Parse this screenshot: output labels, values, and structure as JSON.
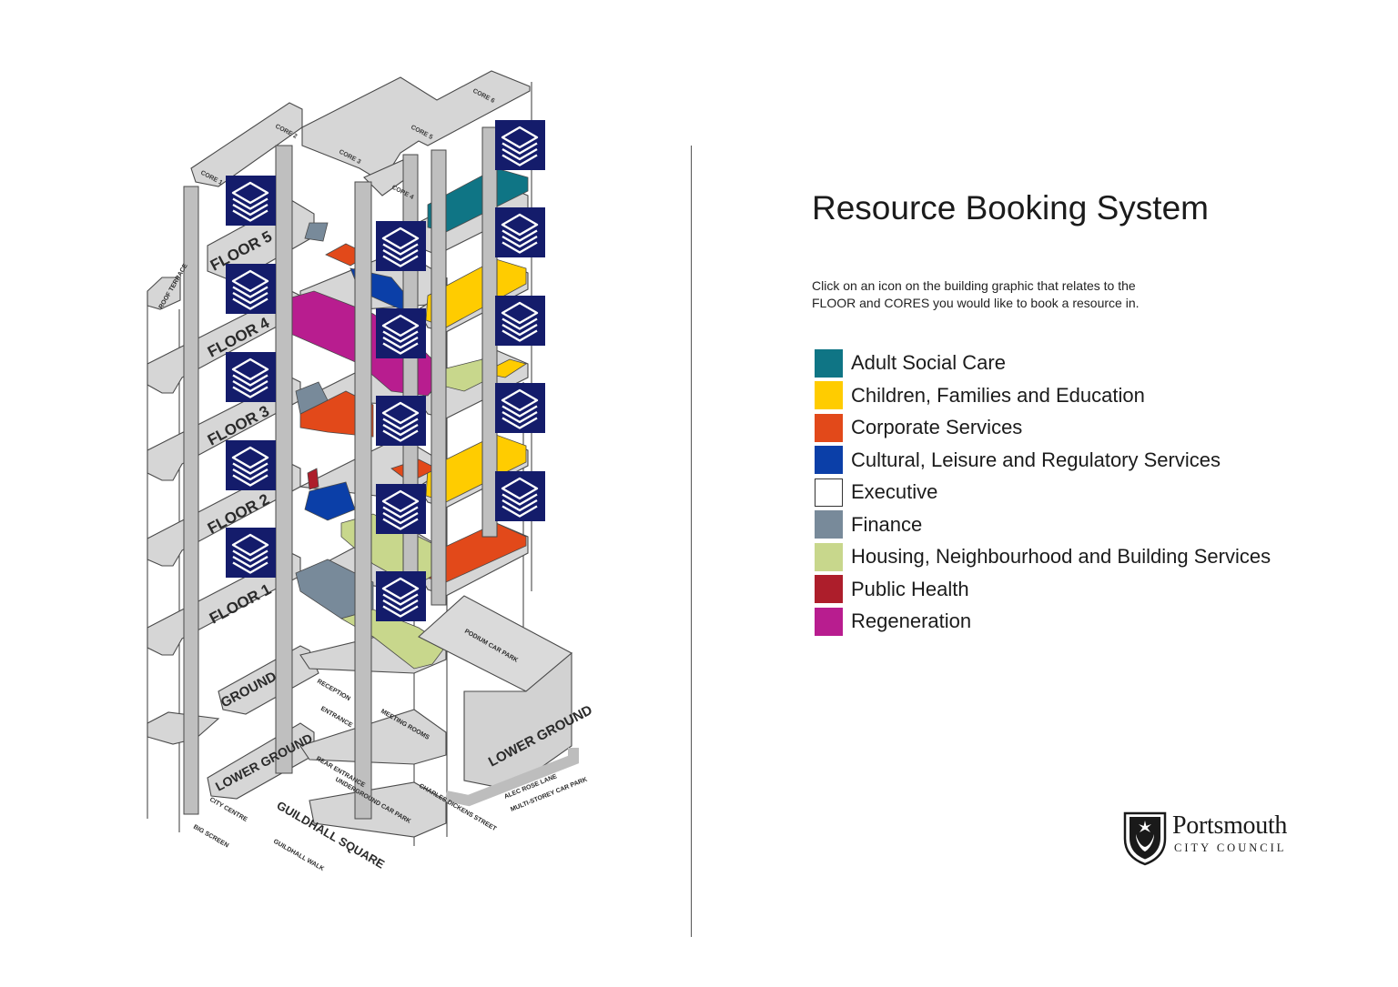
{
  "page": {
    "title": "Resource Booking System",
    "instructions_line1": "Click on an icon on the building graphic that relates to the",
    "instructions_line2": "FLOOR and CORES you would like to book a resource in."
  },
  "legend": [
    {
      "label": "Adult Social Care",
      "color": "#0f7585"
    },
    {
      "label": "Children, Families and Education",
      "color": "#ffcc00"
    },
    {
      "label": "Corporate Services",
      "color": "#e2491a"
    },
    {
      "label": "Cultural, Leisure and Regulatory Services",
      "color": "#0b3fa8"
    },
    {
      "label": "Executive",
      "color": "#ffffff"
    },
    {
      "label": "Finance",
      "color": "#788a9a"
    },
    {
      "label": "Housing, Neighbourhood and Building Services",
      "color": "#c8d78c"
    },
    {
      "label": "Public Health",
      "color": "#ad1e2b"
    },
    {
      "label": "Regeneration",
      "color": "#b81d8f"
    }
  ],
  "building": {
    "floors": [
      "FLOOR 5",
      "FLOOR 4",
      "FLOOR 3",
      "FLOOR 2",
      "FLOOR 1"
    ],
    "ground": "GROUND",
    "lower_ground_left": "LOWER GROUND",
    "lower_ground_right": "LOWER GROUND",
    "cores": [
      "CORE 1",
      "CORE 2",
      "CORE 3",
      "CORE 4",
      "CORE 5",
      "CORE 6"
    ],
    "roof_terrace": "ROOF TERRACE",
    "reception": "RECEPTION",
    "entrance": "ENTRANCE",
    "meeting_rooms": "MEETING ROOMS",
    "rear_entrance": "REAR ENTRANCE",
    "underground_car_park": "UNDERGROUND CAR PARK",
    "podium_car_park": "PODIUM CAR PARK",
    "guildhall_square": "GUILDHALL SQUARE",
    "city_centre": "CITY CENTRE",
    "big_screen": "BIG SCREEN",
    "guildhall_walk": "GUILDHALL WALK",
    "charles_dickens_street": "CHARLES DICKENS STREET",
    "alec_rose_lane": "ALEC ROSE LANE",
    "multi_storey_car_park": "MULTI-STOREY CAR PARK"
  },
  "icons": {
    "name": "layers-icon",
    "fill": "#141c6b"
  },
  "logo": {
    "name": "Portsmouth",
    "subtitle": "CITY COUNCIL"
  }
}
